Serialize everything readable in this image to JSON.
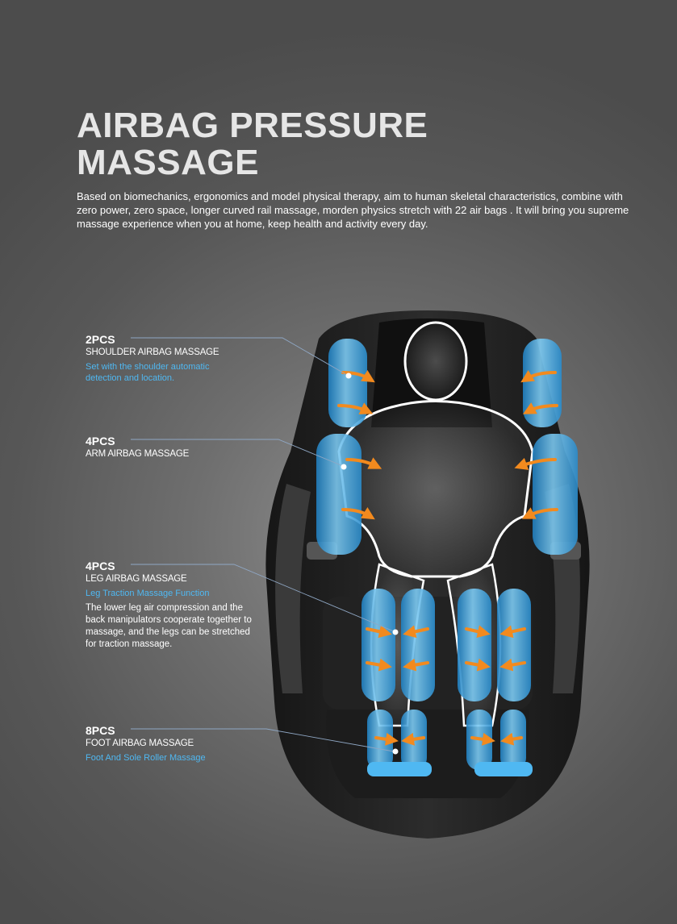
{
  "header": {
    "title_line1": "AIRBAG PRESSURE",
    "title_line2": "MASSAGE",
    "intro": "Based on biomechanics, ergonomics and model physical therapy, aim to human skeletal characteristics, combine with zero power, zero space, longer curved rail massage, morden physics stretch with 22 air bags . It will bring you supreme massage experience when you at home, keep health and activity every day."
  },
  "callouts": {
    "shoulder": {
      "count": "2PCS",
      "name": "SHOULDER AIRBAG MASSAGE",
      "sub": "Set with the shoulder automatic detection and location."
    },
    "arm": {
      "count": "4PCS",
      "name": "ARM AIRBAG MASSAGE"
    },
    "leg": {
      "count": "4PCS",
      "name": "LEG AIRBAG MASSAGE",
      "sub": "Leg Traction Massage Function",
      "desc": "The lower leg air compression and the back manipulators cooperate together to massage, and the legs can be stretched for traction massage."
    },
    "foot": {
      "count": "8PCS",
      "name": "FOOT AIRBAG MASSAGE",
      "sub": "Foot And Sole Roller Massage"
    }
  },
  "colors": {
    "airbag_blue": "#3aa5de",
    "arrow_orange": "#f28a1e",
    "highlight_blue": "#4fb8f2"
  }
}
